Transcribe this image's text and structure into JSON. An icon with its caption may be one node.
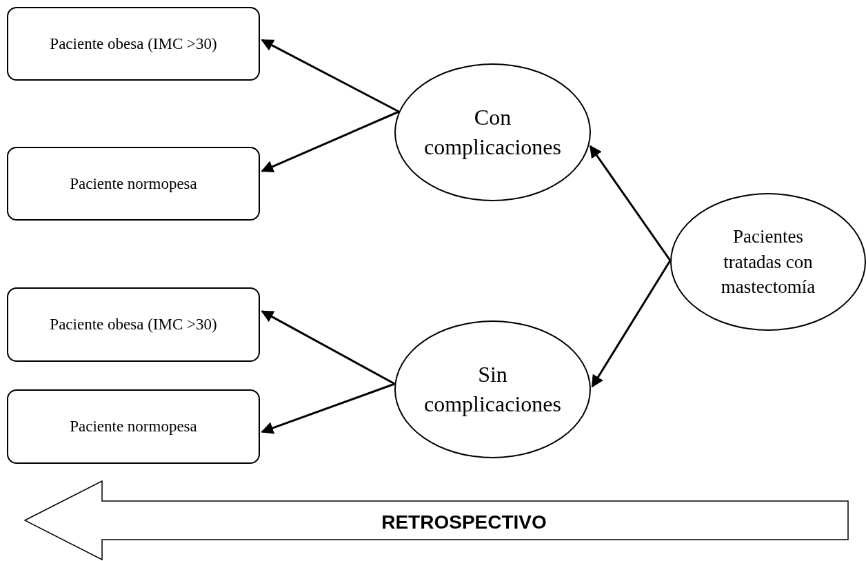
{
  "diagram": {
    "nodes": [
      {
        "text": [
          "Paciente obesa (IMC >30)"
        ]
      },
      {
        "text": [
          "Paciente normopesa"
        ]
      },
      {
        "text": [
          "Paciente obesa (IMC >30)"
        ]
      },
      {
        "text": [
          "Paciente normopesa"
        ]
      },
      {
        "text": [
          "Con complicaciones"
        ]
      },
      {
        "text": [
          "Sin complicaciones"
        ]
      },
      {
        "text": [
          "Pacientes tratadas con mastectomía"
        ]
      },
      {
        "text": [
          "RETROSPECTIVO"
        ]
      }
    ],
    "edges": [
      {
        "from": 4,
        "to": 0,
        "arrow": "to"
      },
      {
        "from": 4,
        "to": 1,
        "arrow": "to"
      },
      {
        "from": 6,
        "to": 4,
        "arrow": "to"
      },
      {
        "from": 6,
        "to": 5,
        "arrow": "to"
      },
      {
        "from": 5,
        "to": 2,
        "arrow": "to"
      },
      {
        "from": 5,
        "to": 3,
        "arrow": "to"
      }
    ]
  }
}
